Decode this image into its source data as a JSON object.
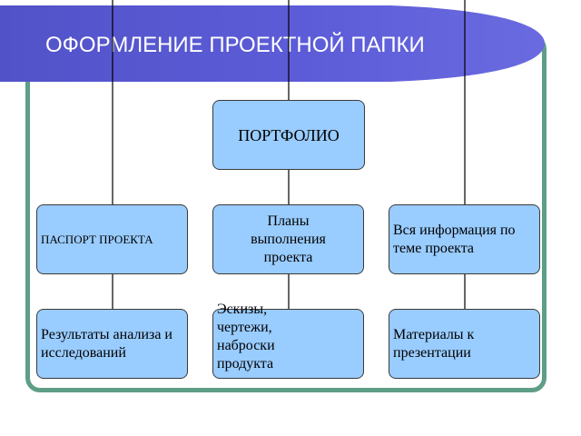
{
  "slide": {
    "title": "ОФОРМЛЕНИЕ ПРОЕКТНОЙ ПАПКИ",
    "colors": {
      "banner": "#5a5ad6",
      "frame": "#5f9e86",
      "box_fill": "#99ccff"
    }
  },
  "diagram": {
    "root": "ПОРТФОЛИО",
    "level1": [
      {
        "label": "ПАСПОРТ ПРОЕКТА"
      },
      {
        "label": "Планы выполнения проекта"
      },
      {
        "label": "Вся информация по теме проекта"
      }
    ],
    "level2": [
      {
        "label": "Результаты анализа и исследований"
      },
      {
        "label": "Эскизы, чертежи, наброски продукта"
      },
      {
        "label": "Материалы к презентации"
      }
    ]
  }
}
